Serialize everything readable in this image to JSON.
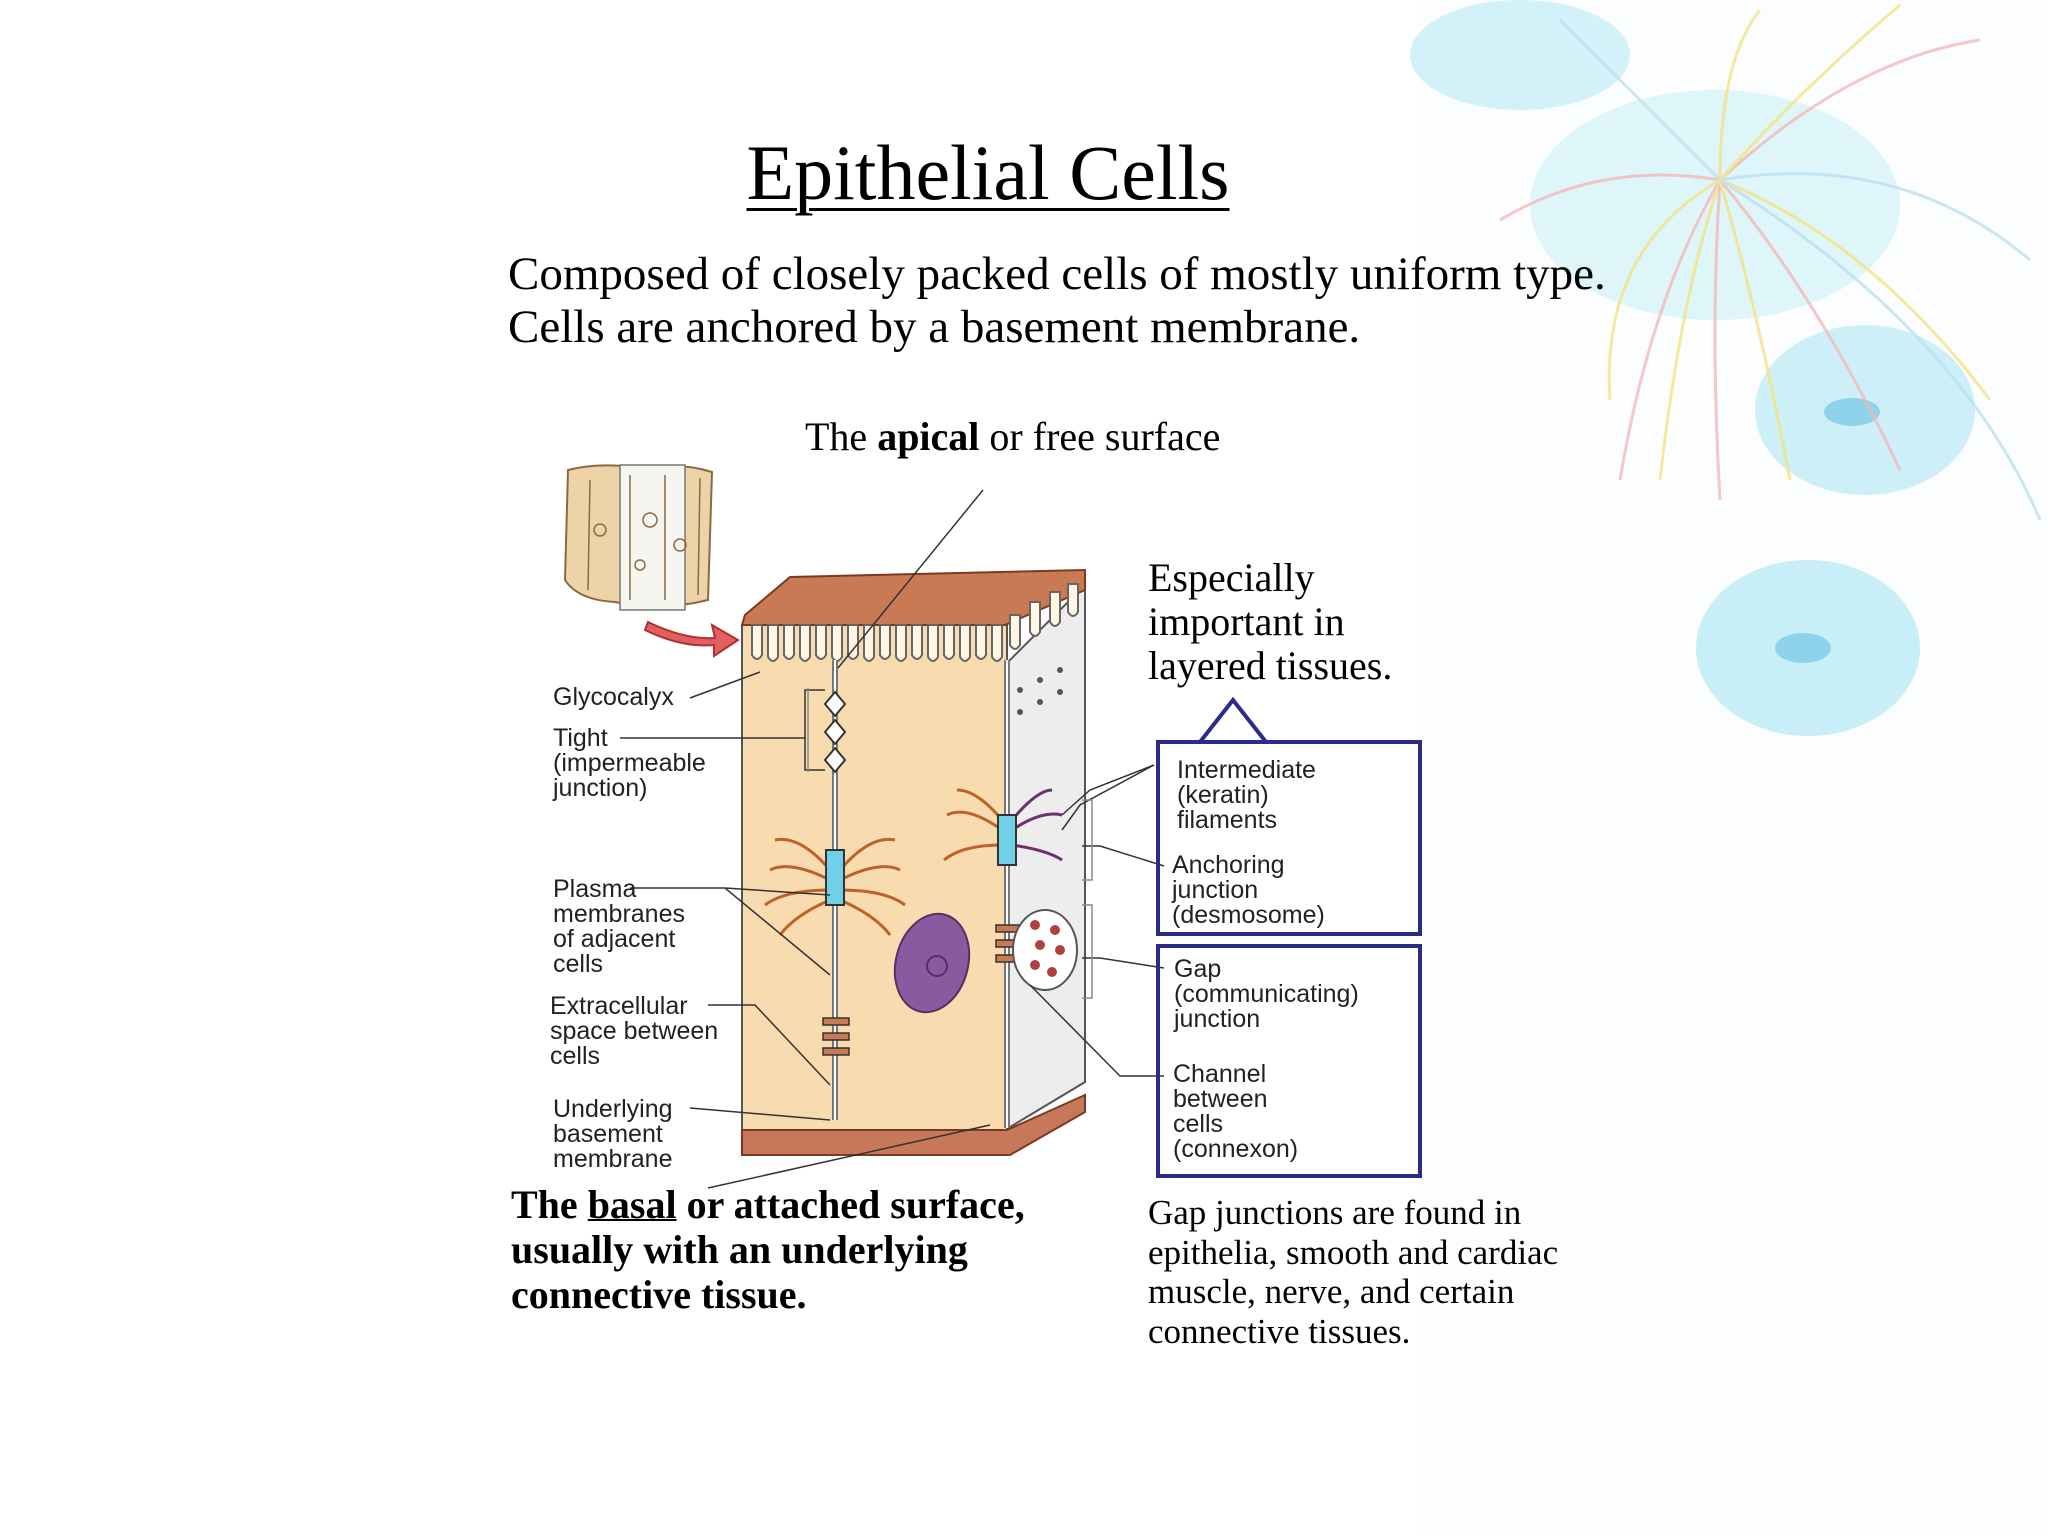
{
  "title": "Epithelial Cells",
  "intro": "Composed of closely packed cells of mostly uniform type. Cells are anchored by a basement membrane.",
  "apical_caption": {
    "before": "The ",
    "bold": "apical",
    "after": " or free surface"
  },
  "layered_note": "Especially important in layered tissues.",
  "basal_caption": {
    "before": "The ",
    "underlined": "basal",
    "after": " or attached surface, usually with an underlying connective tissue."
  },
  "gap_note": "Gap junctions are found in epithelia, smooth and cardiac muscle, nerve, and certain connective tissues.",
  "diagram_labels": {
    "glycocalyx": "Glycocalyx",
    "tight": "Tight\n(impermeable\njunction)",
    "plasma": "Plasma\nmembranes\nof adjacent\ncells",
    "extracellular": "Extracellular\nspace between\ncells",
    "basement": "Underlying\nbasement\nmembrane",
    "intermediate": "Intermediate\n(keratin)\nfilaments",
    "anchoring": "Anchoring\njunction\n(desmosome)",
    "gap": "Gap\n(communicating)\njunction",
    "channel": "Channel\nbetween\ncells\n(connexon)"
  },
  "colors": {
    "cell_fill": "#f8dcb0",
    "surface_top": "#c97a55",
    "basement_fill": "#c8785a",
    "nucleus": "#8a5aa0",
    "bracket_blue": "#2b2b8a",
    "decor_cyan": "#c8eef7"
  }
}
